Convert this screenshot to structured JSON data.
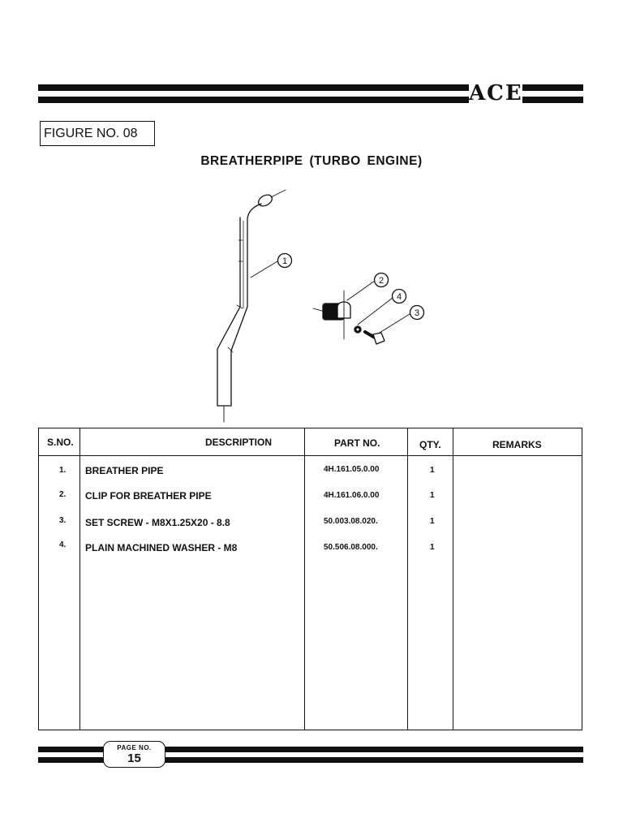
{
  "header": {
    "brand": "ACE"
  },
  "figure_label": "FIGURE NO. 08",
  "title": "BREATHERPIPE  (TURBO  ENGINE)",
  "callouts": [
    "1",
    "2",
    "4",
    "3"
  ],
  "table": {
    "headers": {
      "sno": "S.NO.",
      "description": "DESCRIPTION",
      "part_no": "PART NO.",
      "qty": "QTY.",
      "remarks": "REMARKS"
    },
    "rows": [
      {
        "sno": "1.",
        "description": "BREATHER PIPE",
        "part_no": "4H.161.05.0.00",
        "qty": "1"
      },
      {
        "sno": "2.",
        "description": "CLIP FOR BREATHER PIPE",
        "part_no": "4H.161.06.0.00",
        "qty": "1"
      },
      {
        "sno": "3.",
        "description": "SET SCREW - M8X1.25X20 - 8.8",
        "part_no": "50.003.08.020.",
        "qty": "1"
      },
      {
        "sno": "4.",
        "description": "PLAIN MACHINED WASHER - M8",
        "part_no": "50.506.08.000.",
        "qty": "1"
      }
    ]
  },
  "footer": {
    "page_label": "PAGE NO.",
    "page_number": "15"
  }
}
